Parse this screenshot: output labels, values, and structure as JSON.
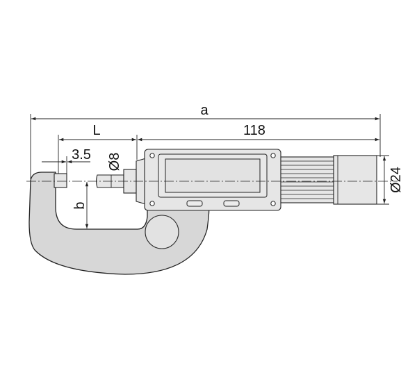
{
  "labels": {
    "overall_length": "a",
    "spindle_length": "L",
    "thimble_length": "118",
    "anvil_length": "3.5",
    "spindle_diameter": "Ø8",
    "throat_depth": "b",
    "thimble_diameter": "Ø24"
  },
  "colors": {
    "frame_fill": "#d7d7d7",
    "part_fill": "#e6e6e6",
    "line": "#222222"
  }
}
